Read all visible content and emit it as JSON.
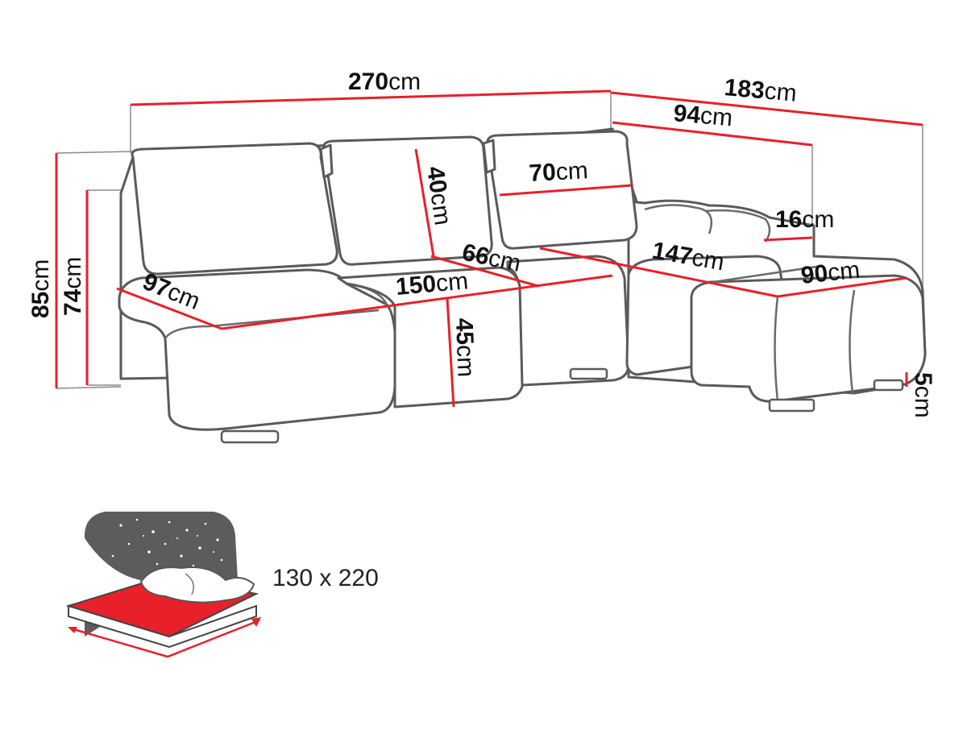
{
  "dimensions": {
    "total_width": {
      "value": "270",
      "unit": "cm"
    },
    "corner_depth": {
      "value": "183",
      "unit": "cm"
    },
    "chaise_depth_top": {
      "value": "94",
      "unit": "cm"
    },
    "cushion_width": {
      "value": "70",
      "unit": "cm"
    },
    "backrest_height": {
      "value": "40",
      "unit": "cm"
    },
    "armrest_height": {
      "value": "16",
      "unit": "cm"
    },
    "seat_depth": {
      "value": "66",
      "unit": "cm"
    },
    "chaise_length": {
      "value": "147",
      "unit": "cm"
    },
    "chaise_width": {
      "value": "90",
      "unit": "cm"
    },
    "total_height": {
      "value": "85",
      "unit": "cm"
    },
    "back_height": {
      "value": "74",
      "unit": "cm"
    },
    "side_depth": {
      "value": "97",
      "unit": "cm"
    },
    "seat_width": {
      "value": "150",
      "unit": "cm"
    },
    "seat_height": {
      "value": "45",
      "unit": "cm"
    },
    "leg_height": {
      "value": "5",
      "unit": "cm"
    }
  },
  "sleeping_area": {
    "label": "130 x 220",
    "icon": "bed-with-night-sky-icon"
  },
  "colors": {
    "dimension_line": "#e8202a",
    "sofa_outline": "#5a5a5a",
    "night_sky": "#5c5c5c",
    "mattress": "#e8202a"
  }
}
